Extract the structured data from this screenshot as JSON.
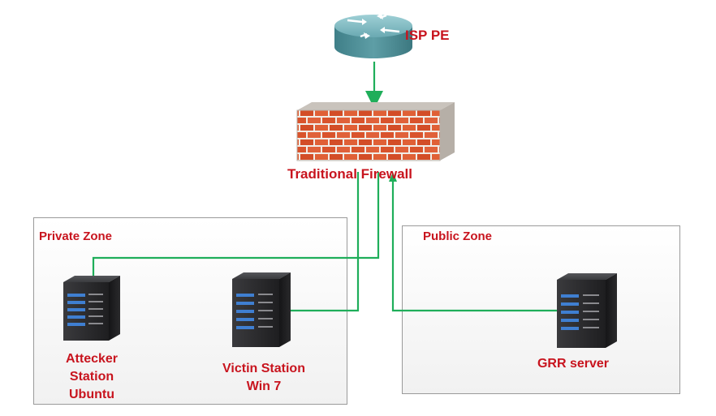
{
  "diagram": {
    "router": {
      "label": "ISP PE",
      "icon": "router-icon"
    },
    "firewall": {
      "label": "Traditional Firewall",
      "icon": "firewall-icon"
    },
    "zones": {
      "private": {
        "label": "Private Zone"
      },
      "public": {
        "label": "Public Zone"
      }
    },
    "nodes": {
      "attacker": {
        "lines": [
          "Attecker",
          "Station",
          "Ubuntu"
        ],
        "icon": "server-icon"
      },
      "victim": {
        "lines": [
          "Victin Station",
          "Win 7"
        ],
        "icon": "server-icon"
      },
      "grr": {
        "lines": [
          "GRR server"
        ],
        "icon": "server-icon"
      }
    },
    "colors": {
      "label_red": "#c8141e",
      "link_green": "#1fae5a",
      "brick": "#d9532c",
      "server_body": "#2b2b2d",
      "server_led": "#3f7fd1",
      "router_body": "#5e9ea6"
    }
  }
}
